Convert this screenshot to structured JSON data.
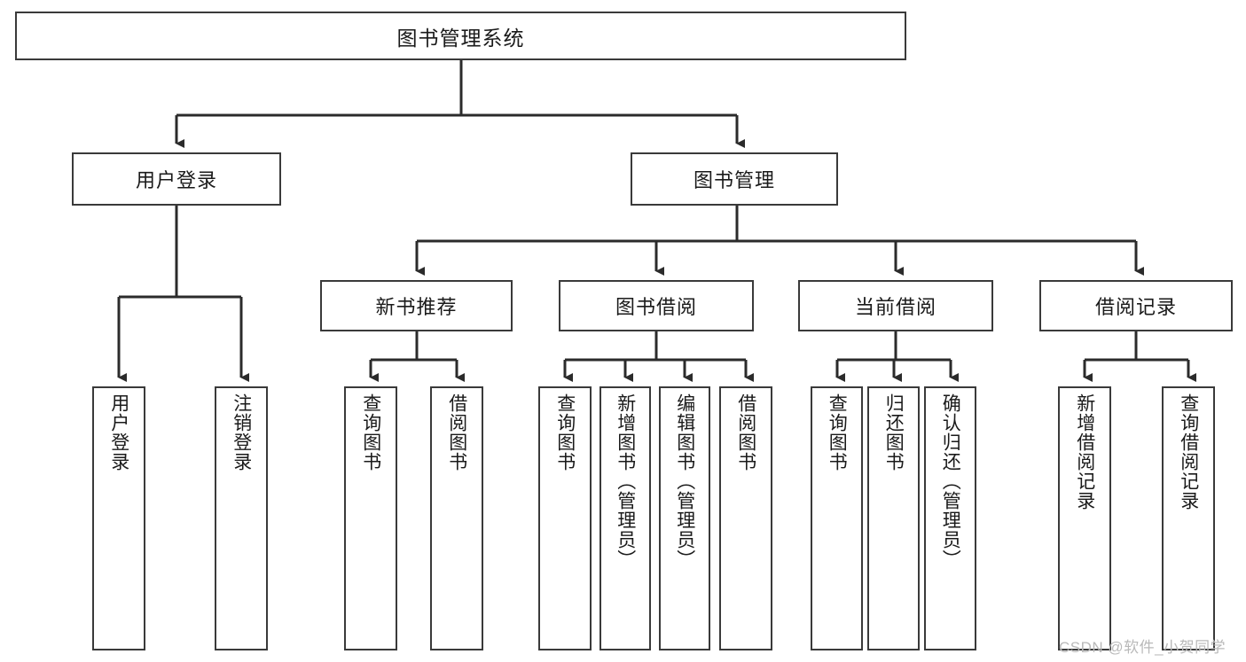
{
  "diagram": {
    "title": "图书管理系统",
    "watermark": "CSDN @软件_小贺同学",
    "colors": {
      "box_border": "#3a3a3a",
      "box_fill": "#ffffff",
      "line": "#2b2b2b",
      "text": "#1a1a1a",
      "watermark": "#b9b9b9",
      "background": "#ffffff"
    },
    "root": {
      "label": "图书管理系统"
    },
    "level2": [
      {
        "label": "用户登录"
      },
      {
        "label": "图书管理"
      }
    ],
    "level3": [
      {
        "label": "新书推荐"
      },
      {
        "label": "图书借阅"
      },
      {
        "label": "当前借阅"
      },
      {
        "label": "借阅记录"
      }
    ],
    "leaves": {
      "user_login": [
        {
          "label": "用户登录"
        },
        {
          "label": "注销登录"
        }
      ],
      "new_book_recommend": [
        {
          "label": "查询图书"
        },
        {
          "label": "借阅图书"
        }
      ],
      "book_borrow": [
        {
          "label": "查询图书"
        },
        {
          "label": "新增图书（管理员）"
        },
        {
          "label": "编辑图书（管理员）"
        },
        {
          "label": "借阅图书"
        }
      ],
      "current_borrow": [
        {
          "label": "查询图书"
        },
        {
          "label": "归还图书"
        },
        {
          "label": "确认归还（管理员）"
        }
      ],
      "borrow_records": [
        {
          "label": "新增借阅记录"
        },
        {
          "label": "查询借阅记录"
        }
      ]
    }
  }
}
